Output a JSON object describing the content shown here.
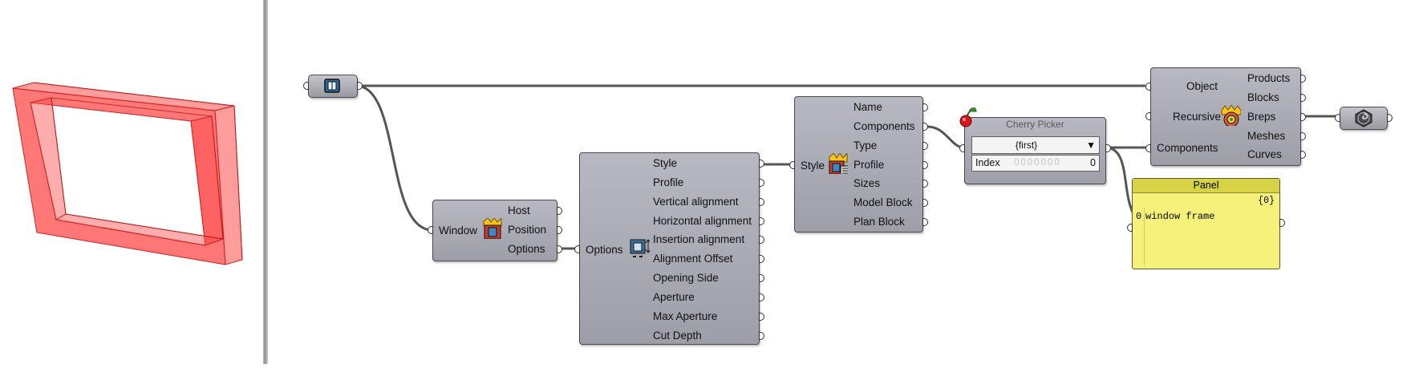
{
  "nodes": {
    "geometry_param": {
      "icon": "window-geometry-icon"
    },
    "window": {
      "input": "Window",
      "outputs": [
        "Host",
        "Position",
        "Options"
      ],
      "icon": "window-component-icon"
    },
    "options": {
      "input": "Options",
      "outputs": [
        "Style",
        "Profile",
        "Vertical alignment",
        "Horizontal alignment",
        "Insertion alignment",
        "Alignment Offset",
        "Opening Side",
        "Aperture",
        "Max Aperture",
        "Cut Depth"
      ],
      "icon": "window-options-icon"
    },
    "style": {
      "input": "Style",
      "outputs": [
        "Name",
        "Components",
        "Type",
        "Profile",
        "Sizes",
        "Model Block",
        "Plan Block"
      ],
      "icon": "window-style-icon"
    },
    "cherry_picker": {
      "title": "Cherry Picker",
      "dropdown_value": "{first}",
      "index_label": "Index",
      "index_digits": "0000000",
      "index_value": "0",
      "icon": "cherry-icon"
    },
    "explode": {
      "inputs": [
        "Object",
        "Recursive",
        "Components"
      ],
      "outputs": [
        "Products",
        "Blocks",
        "Breps",
        "Meshes",
        "Curves"
      ],
      "icon": "explode-object-icon"
    },
    "brep_param": {
      "icon": "brep-hex-icon"
    },
    "panel": {
      "title": "Panel",
      "path": "{0}",
      "item_index": "0",
      "item_text": "window frame"
    }
  },
  "colors": {
    "canvas": "#ffffff",
    "node_fill": "#a8a8b2",
    "panel_fill": "#f5f17a",
    "wire": "#555555",
    "preview": "#ff3b3b"
  }
}
